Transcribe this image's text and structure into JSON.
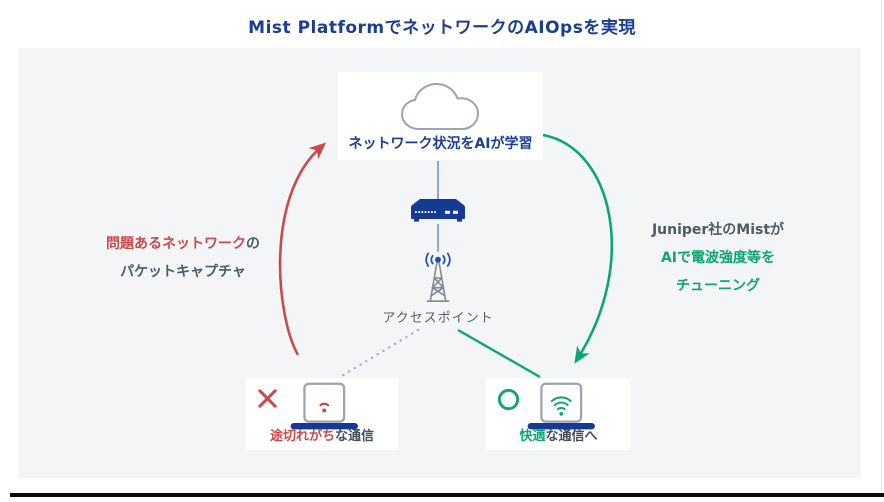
{
  "title": "Mist PlatformでネットワークのAIOpsを実現",
  "colors": {
    "navy": "#1b3e92",
    "icon_navy": "#143a94",
    "red": "#c94a4a",
    "green": "#0da570",
    "gray_text": "#4e5a66",
    "panel_bg": "#f4f5f7"
  },
  "cloud_card": {
    "label": "ネットワーク状況をAIが学習"
  },
  "access_point": {
    "label": "アクセスポイント"
  },
  "left_note": {
    "line1_highlight": "問題あるネットワーク",
    "line1_rest": "の",
    "line2": "パケットキャプチャ"
  },
  "right_note": {
    "line1": "Juniper社のMistが",
    "line2": "AIで電波強度等を",
    "line3": "チューニング"
  },
  "bad_card": {
    "label_highlight": "途切れがち",
    "label_rest": "な通信"
  },
  "good_card": {
    "label_highlight": "快適",
    "label_rest": "な通信へ"
  }
}
